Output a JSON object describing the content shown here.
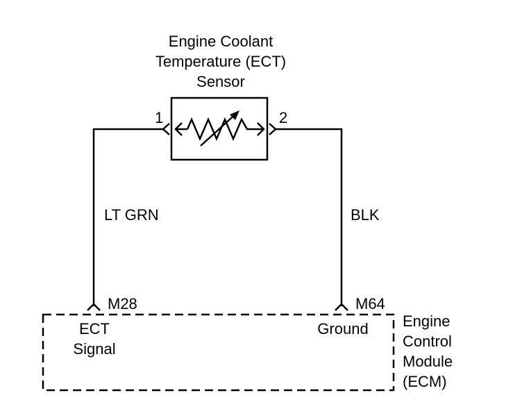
{
  "sensor": {
    "title_line1": "Engine Coolant",
    "title_line2": "Temperature (ECT)",
    "title_line3": "Sensor",
    "pin_left": "1",
    "pin_right": "2"
  },
  "wires": {
    "left_color": "LT GRN",
    "right_color": "BLK"
  },
  "module": {
    "name_line1": "Engine",
    "name_line2": "Control",
    "name_line3": "Module",
    "name_line4": "(ECM)",
    "left_pin": "M28",
    "right_pin": "M64",
    "left_label_line1": "ECT",
    "left_label_line2": "Signal",
    "right_label": "Ground"
  }
}
